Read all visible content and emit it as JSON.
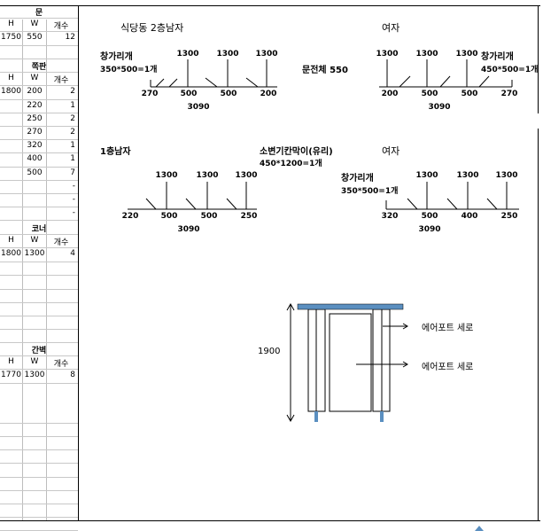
{
  "tables": {
    "door": {
      "title": "문",
      "headers": [
        "H",
        "W",
        "개수"
      ],
      "rows": [
        [
          "1750",
          "550",
          "12"
        ]
      ]
    },
    "side_panel": {
      "title": "쪽판",
      "headers": [
        "H",
        "W",
        "개수"
      ],
      "rows": [
        [
          "1800",
          "200",
          "2"
        ],
        [
          "",
          "220",
          "1"
        ],
        [
          "",
          "250",
          "2"
        ],
        [
          "",
          "270",
          "2"
        ],
        [
          "",
          "320",
          "1"
        ],
        [
          "",
          "400",
          "1"
        ],
        [
          "",
          "500",
          "7"
        ],
        [
          "",
          "",
          "-"
        ],
        [
          "",
          "",
          "-"
        ],
        [
          "",
          "",
          "-"
        ]
      ]
    },
    "corner": {
      "title": "코너",
      "headers": [
        "H",
        "W",
        "개수"
      ],
      "rows": [
        [
          "1800",
          "1300",
          "4"
        ]
      ]
    },
    "partition": {
      "title": "간벽",
      "headers": [
        "H",
        "W",
        "개수"
      ],
      "rows": [
        [
          "1770",
          "1300",
          "8"
        ]
      ]
    }
  },
  "plans": {
    "floor2_male": {
      "label": "식당동 2층남자",
      "window": "창가리개",
      "window_size": "350*500=1개",
      "top": [
        "1300",
        "1300",
        "1300"
      ],
      "bottom": [
        "270",
        "500",
        "500",
        "200"
      ],
      "total": "3090"
    },
    "floor2_female": {
      "label": "여자",
      "top": [
        "1300",
        "1300",
        "1300"
      ],
      "window": "창가리개",
      "window_size": "450*500=1개",
      "bottom": [
        "200",
        "500",
        "500",
        "270"
      ],
      "total": "3090"
    },
    "door_note": "문전체 550",
    "floor1_male": {
      "label": "1층남자",
      "top": [
        "1300",
        "1300",
        "1300"
      ],
      "bottom": [
        "220",
        "500",
        "500",
        "250"
      ],
      "total": "3090"
    },
    "urinal": {
      "label": "소변기칸막이(유리)",
      "size": "450*1200=1개"
    },
    "floor1_female": {
      "label": "여자",
      "window": "창가리개",
      "window_size": "350*500=1개",
      "top": [
        "1300",
        "1300",
        "1300"
      ],
      "bottom": [
        "320",
        "500",
        "400",
        "250"
      ],
      "total": "3090"
    }
  },
  "elevation": {
    "height": "1900",
    "note1": "에어포트 세로",
    "note2": "에어포트 세로"
  },
  "colors": {
    "frame_top": "#5b8fc0",
    "leg": "#5b8fc0"
  }
}
